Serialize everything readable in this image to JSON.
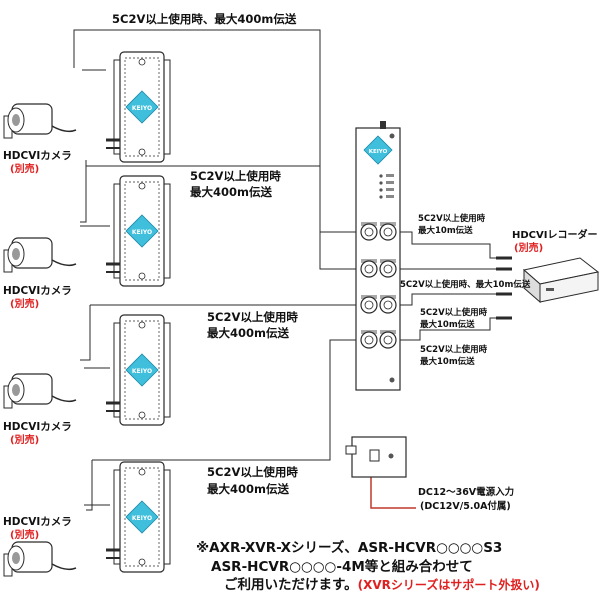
{
  "colors": {
    "line": "#2a2a2a",
    "accent_red": "#e02020",
    "logo_cyan": "#3fbfdc",
    "power_line": "#c0392b"
  },
  "top_label": "5C2V以上使用時、最大400m伝送",
  "runs": [
    {
      "line1": "5C2V以上使用時",
      "line2": "最大400m伝送"
    },
    {
      "line1": "5C2V以上使用時",
      "line2": "最大400m伝送"
    },
    {
      "line1": "5C2V以上使用時",
      "line2": "最大400m伝送"
    }
  ],
  "logo_text": "KEIYO",
  "camera": {
    "name": "HDCVIカメラ",
    "separate": "(別売)"
  },
  "short_runs": [
    {
      "line1": "5C2V以上使用時",
      "line2": "最大10m伝送"
    },
    {
      "line1": "5C2V以上使用時、最大10m伝送"
    },
    {
      "line1": "5C2V以上使用時",
      "line2": "最大10m伝送"
    },
    {
      "line1": "5C2V以上使用時",
      "line2": "最大10m伝送"
    }
  ],
  "recorder": {
    "name": "HDCVIレコーダー",
    "separate": "(別売)"
  },
  "power": {
    "line1": "DC12～36V電源入力",
    "line2": "(DC12V/5.0A付属)"
  },
  "note": {
    "line1": "※AXR-XVR-Xシリーズ、ASR-HCVR○○○○S3",
    "line2": "ASR-HCVR○○○○-4M等と組み合わせて",
    "line3": "ご利用いただけます。",
    "line3_red": "(XVRシリーズはサポート外扱い)"
  }
}
